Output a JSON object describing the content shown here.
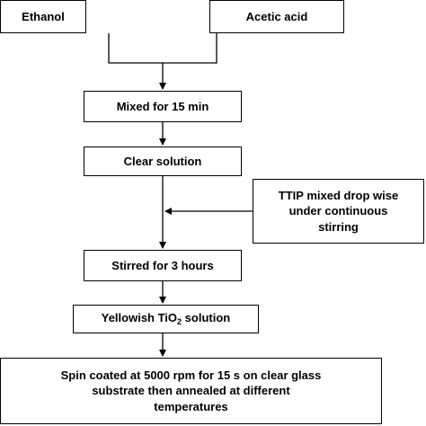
{
  "diagram": {
    "steps": {
      "ethanol": "Ethanol",
      "acetic_acid": "Acetic acid",
      "mixed": "Mixed for 15 min",
      "clear_solution": "Clear solution",
      "ttip": "TTIP mixed drop wise\nunder continuous\nstirring",
      "stirred": "Stirred for 3 hours",
      "yellowish_prefix": "Yellowish TiO",
      "yellowish_subscript": "2",
      "yellowish_suffix": " solution",
      "spin_coated": "Spin coated at 5000 rpm for 15 s on clear glass\nsubstrate  then annealed at different\ntemperatures"
    }
  }
}
